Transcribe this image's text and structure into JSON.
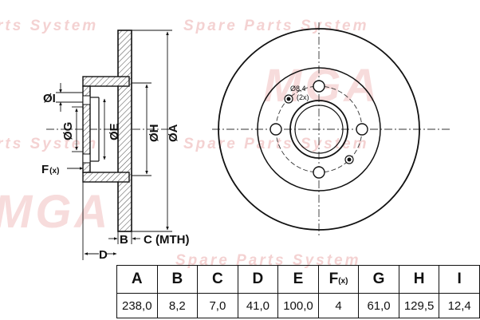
{
  "watermark": {
    "brand_top": "MGA",
    "brand_bottom": "MGA",
    "tagline_1": "Spare Parts System",
    "tagline_2": "rts System",
    "tagline_3": "Spare Parts System",
    "tagline_4": "rts System",
    "tagline_5": "Spare Parts System"
  },
  "side_view": {
    "labels": {
      "i": "ØI",
      "g": "ØG",
      "e": "ØE",
      "h": "ØH",
      "a": "ØA",
      "f": "F",
      "f_suffix": "(x)",
      "b": "B",
      "c": "C (MTH)",
      "d": "D"
    }
  },
  "front_view": {
    "bolt_label": "Ø8,4",
    "bolt_count_label": "(2x)"
  },
  "spec_table": {
    "headers": [
      "A",
      "B",
      "C",
      "D",
      "E",
      "F",
      "G",
      "H",
      "I"
    ],
    "header_f_suffix": "(x)",
    "values": [
      "238,0",
      "8,2",
      "7,0",
      "41,0",
      "100,0",
      "4",
      "61,0",
      "129,5",
      "12,4"
    ]
  }
}
